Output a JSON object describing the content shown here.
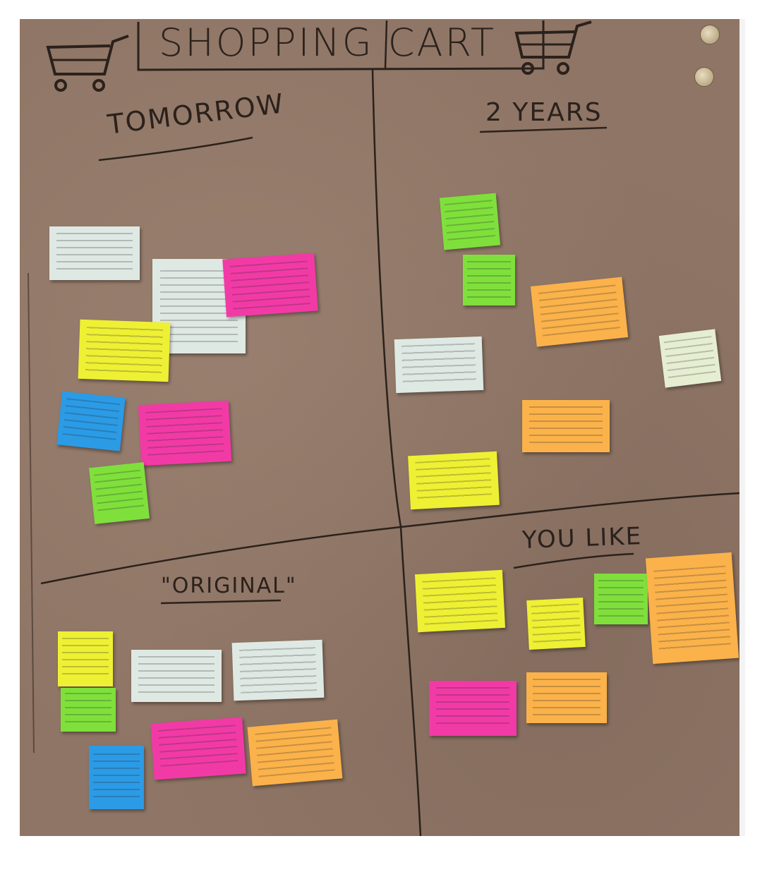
{
  "board": {
    "title": "SHOPPING CART",
    "quadrants": {
      "top_left": "TOMORROW",
      "top_right": "2 YEARS",
      "bottom_left": "\"ORIGINAL\"",
      "bottom_right": "YOU LIKE"
    }
  },
  "colors": {
    "board": "#8f7565",
    "yellow": "#eef034",
    "pink": "#f23aa6",
    "green": "#7fe03b",
    "blue": "#2b9be6",
    "orange": "#fbb24a",
    "white": "#dfe9e4"
  },
  "icons": [
    "shopping-cart-icon",
    "pushpin-icon"
  ]
}
